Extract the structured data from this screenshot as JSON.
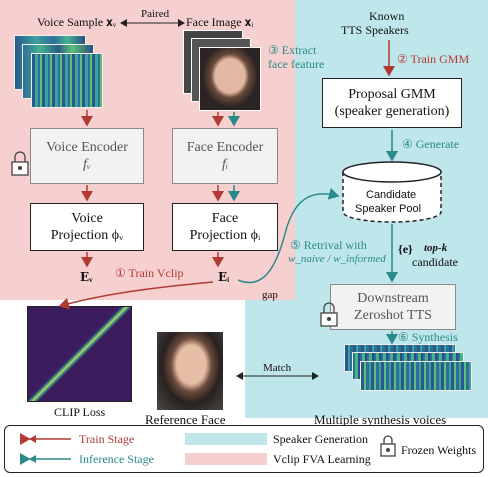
{
  "labels": {
    "voice_sample": "Voice Sample 𝐱ᵥ",
    "paired": "Paired",
    "face_image": "Face Image 𝐱ᵢ",
    "extract": "③ Extract",
    "extract_2": "face feature",
    "known": "Known",
    "known_2": "TTS Speakers",
    "train_gmm": "② Train GMM",
    "proposal": "Proposal GMM",
    "proposal_2": "(speaker generation)",
    "generate": "④ Generate",
    "voice_encoder": "Voice Encoder",
    "voice_encoder_sym": "fᵥ",
    "face_encoder": "Face Encoder",
    "face_encoder_sym": "fᵢ",
    "candidate": "Candidate",
    "candidate_2": "Speaker Pool",
    "voice_proj": "Voice",
    "voice_proj_2": "Projection ϕᵥ",
    "face_proj": "Face",
    "face_proj_2": "Projection ϕᵢ",
    "retrival": "⑤ Retrival with",
    "retrival_2": "w_naive / w_informed",
    "e_set": "{e}",
    "topk": "top-k",
    "topk_2": "candidate",
    "ev": "𝐄ᵥ",
    "train_vclip": "① Train Vclip",
    "ei": "𝐄ᵢ",
    "gap": "gap",
    "downstream": "Downstream",
    "downstream_2": "Zeroshot TTS",
    "synthesis": "⑥ Synthesis",
    "match": "Match",
    "clip_loss": "CLIP Loss",
    "reference_face": "Reference Face",
    "multi_synth": "Multiple synthesis voices"
  },
  "legend": {
    "train_stage": "Train Stage",
    "inference_stage": "Inference Stage",
    "speaker_generation": "Speaker Generation",
    "vclip": "Vclip FVA Learning",
    "frozen": "Frozen Weights"
  },
  "colors": {
    "train": "#b23a35",
    "inference": "#2a8a8a",
    "speaker_generation_bg": "#bfe6ea",
    "vclip_bg": "#f6d0cf"
  }
}
